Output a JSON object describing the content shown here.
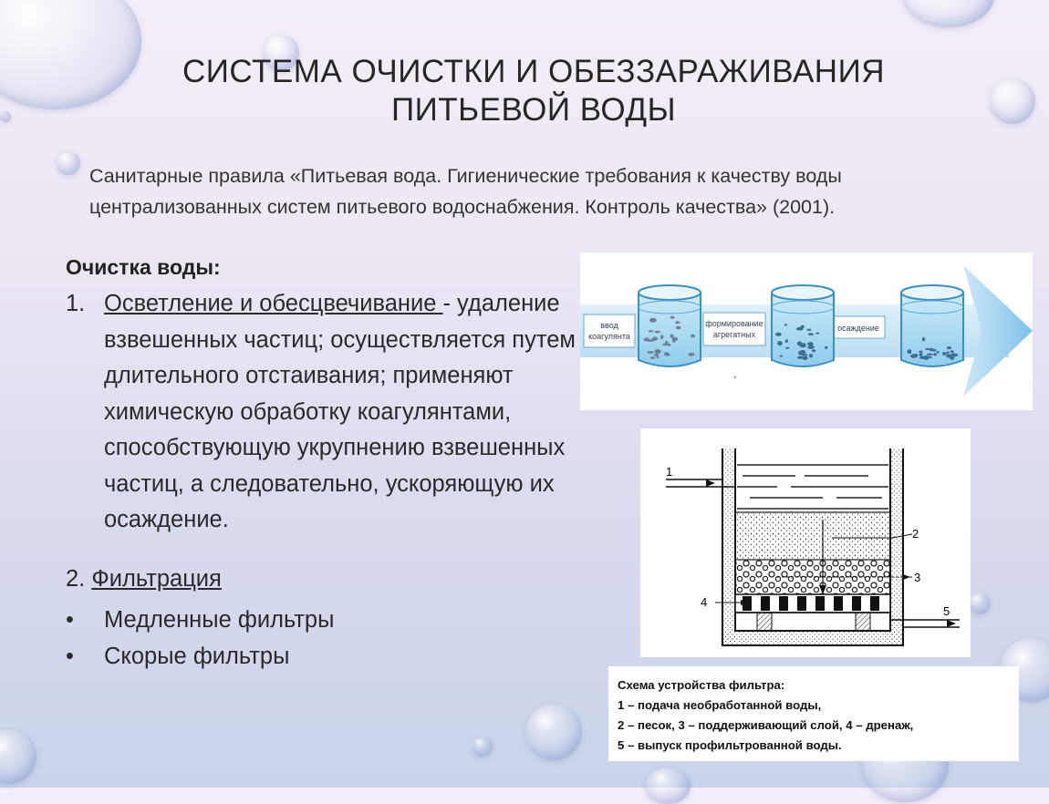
{
  "title": "СИСТЕМА ОЧИСТКИ И ОБЕЗЗАРАЖИВАНИЯ ПИТЬЕВОЙ ВОДЫ",
  "intro": "Санитарные правила «Питьевая вода. Гигиенические требования к качеству воды централизованных систем питьевого водоснабжения. Контроль качества» (2001).",
  "section_heading": "Очистка воды:",
  "item1": {
    "number": "1.",
    "term": "Осветление и обесцвечивание ",
    "text": "- удаление взвешенных частиц; осуществляется путем длительного отстаивания; применяют химическую обработку коагулянтами, способствующую укрупнению взвешенных частиц, а следовательно, ускоряющую их осаждение."
  },
  "item2": {
    "number": "2. ",
    "term": "Фильтрация"
  },
  "bullets": [
    "Медленные фильтры",
    "Скорые фильтры"
  ],
  "bullet_symbol": "•",
  "process_diagram": {
    "labels": [
      "ввод коагулянта",
      "формирование агрегатных",
      "осаждение"
    ]
  },
  "filter_diagram": {
    "labels": [
      "1",
      "2",
      "3",
      "4",
      "5"
    ]
  },
  "caption": {
    "line1": "Схема устройства  фильтра:",
    "line2": "1 – подача необработанной  воды,",
    "line3": "2 – песок, 3 – поддерживающий слой, 4 – дренаж,",
    "line4": "5 – выпуск профильтрованной  воды."
  }
}
